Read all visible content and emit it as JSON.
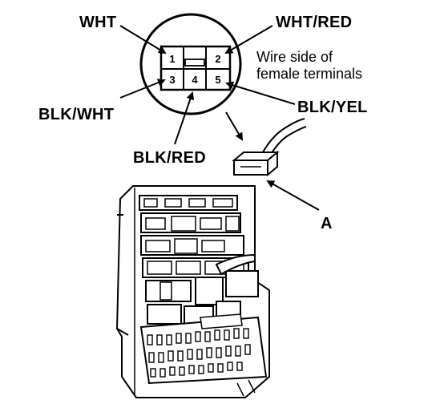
{
  "labels": {
    "wht": "WHT",
    "wht_red": "WHT/RED",
    "blk_wht": "BLK/WHT",
    "blk_yel": "BLK/YEL",
    "blk_red": "BLK/RED",
    "part_a": "A"
  },
  "note": {
    "line1": "Wire side of",
    "line2": "female terminals"
  },
  "terminals": [
    "1",
    "2",
    "3",
    "4",
    "5"
  ]
}
